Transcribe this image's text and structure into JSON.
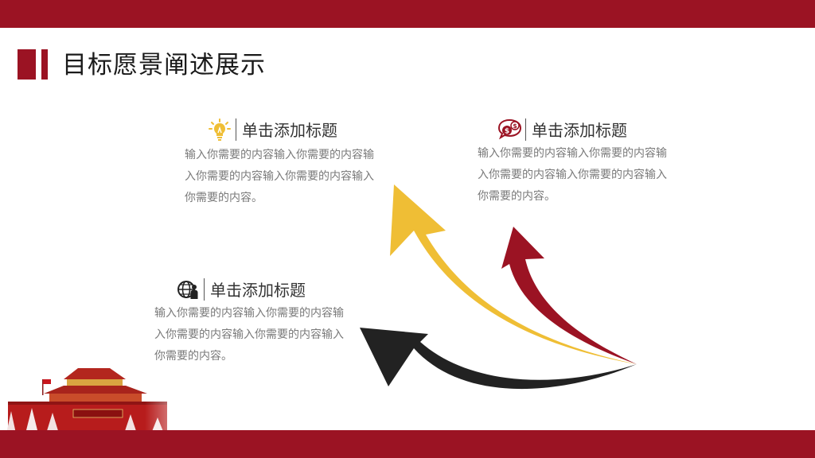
{
  "page": {
    "title": "目标愿景阐述展示"
  },
  "blocks": [
    {
      "title": "单击添加标题",
      "text": "输入你需要的内容输入你需要的内容输入你需要的内容输入你需要的内容输入你需要的内容。",
      "icon": "lightbulb-icon"
    },
    {
      "title": "单击添加标题",
      "text": "输入你需要的内容输入你需要的内容输入你需要的内容输入你需要的内容输入你需要的内容。",
      "icon": "money-chat-icon"
    },
    {
      "title": "单击添加标题",
      "text": "输入你需要的内容输入你需要的内容输入你需要的内容输入你需要的内容输入你需要的内容。",
      "icon": "globe-person-icon"
    }
  ],
  "colors": {
    "red": "#9b1323",
    "yellow": "#efbe35",
    "black": "#222222",
    "text": "#7a7a7a"
  }
}
